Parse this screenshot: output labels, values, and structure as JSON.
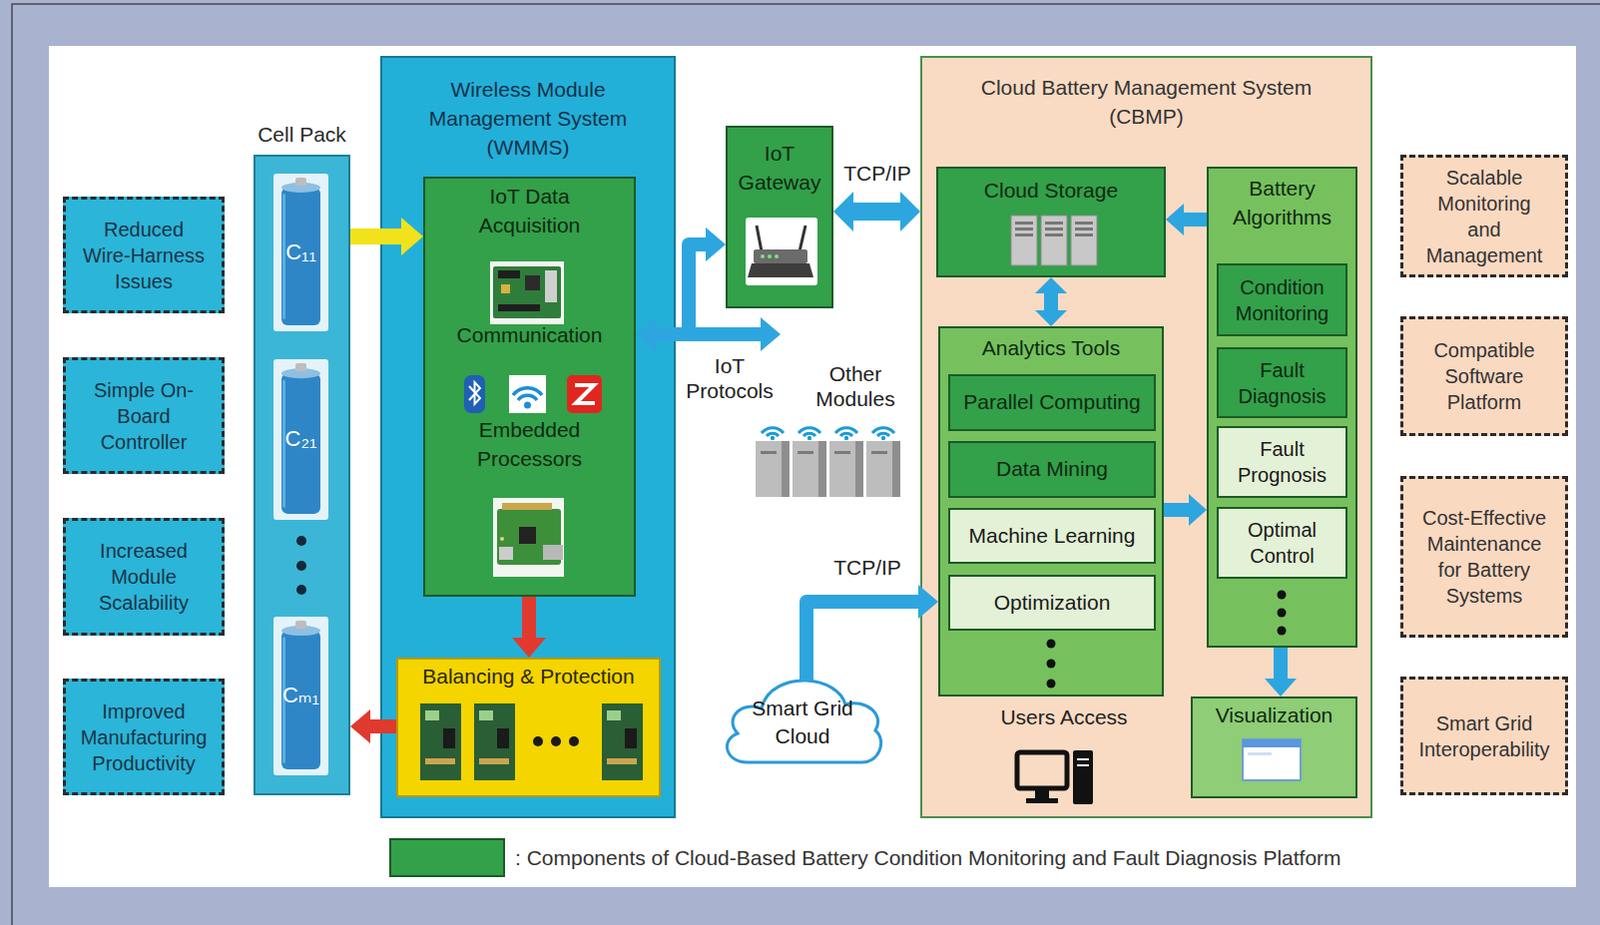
{
  "diagram": {
    "nodes": [
      {
        "text": [
          "Reduced Wire-Harness Issues"
        ]
      },
      {
        "text": [
          "Simple On-Board Controller"
        ]
      },
      {
        "text": [
          "Increased Module Scalability"
        ]
      },
      {
        "text": [
          "Improved Manufacturing Productivity"
        ]
      },
      {
        "text": [
          "Cell Pack"
        ]
      },
      {
        "text": [
          "C₁₁"
        ],
        "in": 4
      },
      {
        "text": [
          "C₂₁"
        ],
        "in": 4
      },
      {
        "text": [
          "Cₘ₁"
        ],
        "in": 4
      },
      {
        "text": [
          "Wireless Module Management System (WMMS)"
        ]
      },
      {
        "text": [
          "IoT Data Acquisition",
          "Communication",
          "Embedded Processors"
        ],
        "in": 8
      },
      {
        "text": [
          "Balancing & Protection"
        ],
        "in": 8
      },
      {
        "text": [
          "IoT Gateway"
        ]
      },
      {
        "text": [
          "Smart Grid Cloud"
        ]
      },
      {
        "text": [
          "Cloud Battery Management System (CBMP)"
        ]
      },
      {
        "text": [
          "Cloud Storage"
        ],
        "in": 13
      },
      {
        "text": [
          "Analytics Tools"
        ],
        "in": 13
      },
      {
        "text": [
          "Parallel Computing"
        ],
        "in": 15
      },
      {
        "text": [
          "Data Mining"
        ],
        "in": 15
      },
      {
        "text": [
          "Machine Learning"
        ],
        "in": 15
      },
      {
        "text": [
          "Optimization"
        ],
        "in": 15
      },
      {
        "text": [
          "Battery Algorithms"
        ],
        "in": 13
      },
      {
        "text": [
          "Condition Monitoring"
        ],
        "in": 20
      },
      {
        "text": [
          "Fault Diagnosis"
        ],
        "in": 20
      },
      {
        "text": [
          "Fault Prognosis"
        ],
        "in": 20
      },
      {
        "text": [
          "Optimal Control"
        ],
        "in": 20
      },
      {
        "text": [
          "Visualization"
        ],
        "in": 13
      },
      {
        "text": [
          "Scalable Monitoring and Management"
        ]
      },
      {
        "text": [
          "Compatible Software Platform"
        ]
      },
      {
        "text": [
          "Cost-Effective Maintenance for Battery Systems"
        ]
      },
      {
        "text": [
          "Smart Grid Interoperability"
        ]
      }
    ],
    "edges": [
      {
        "from": 4,
        "to": 9,
        "arrow": "to"
      },
      {
        "from": 9,
        "to": 10,
        "arrow": "to"
      },
      {
        "from": 10,
        "to": 4,
        "arrow": "to"
      },
      {
        "from": 9,
        "to": 11,
        "arrow": "both",
        "label": "IoT Protocols"
      },
      {
        "from": 11,
        "to": 13,
        "arrow": "both",
        "label": "TCP/IP"
      },
      {
        "from": 12,
        "to": 15,
        "arrow": "to",
        "label": "TCP/IP"
      },
      {
        "from": 14,
        "to": 15,
        "arrow": "both"
      },
      {
        "from": 20,
        "to": 14,
        "arrow": "to"
      },
      {
        "from": 15,
        "to": 20,
        "arrow": "to"
      },
      {
        "from": 20,
        "to": 25,
        "arrow": "to"
      }
    ],
    "labels": [
      "Other Modules",
      "Users Access"
    ],
    "legend": [
      {
        "text": ": Components of Cloud-Based Battery Condition Monitoring and Fault Diagnosis Platform",
        "color": "#33a04a"
      }
    ]
  }
}
